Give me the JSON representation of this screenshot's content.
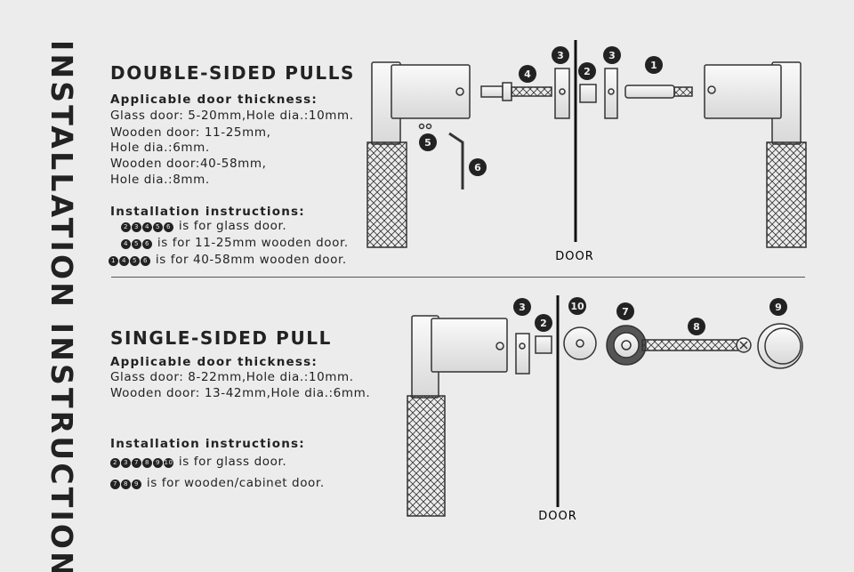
{
  "title": "INSTALLATION INSTRUCTIONS",
  "double": {
    "heading": "DOUBLE-SIDED PULLS",
    "thickness_label": "Applicable door thickness:",
    "lines": [
      "Glass door: 5-20mm,Hole dia.:10mm.",
      "Wooden door: 11-25mm,",
      "Hole dia.:6mm.",
      "Wooden door:40-58mm,",
      "Hole dia.:8mm."
    ],
    "instr_label": "Installation instructions:",
    "instr": [
      {
        "parts": [
          "2",
          "3",
          "4",
          "5",
          "6"
        ],
        "text": "is for glass door."
      },
      {
        "parts": [
          "4",
          "5",
          "6"
        ],
        "text": "is for 11-25mm wooden door."
      },
      {
        "parts": [
          "1",
          "4",
          "5",
          "6"
        ],
        "text": "is for 40-58mm wooden door."
      }
    ],
    "door_label": "DOOR",
    "part_labels": [
      "4",
      "3",
      "2",
      "3",
      "1",
      "5",
      "6"
    ]
  },
  "single": {
    "heading": "SINGLE-SIDED PULL",
    "thickness_label": "Applicable door thickness:",
    "lines": [
      "Glass door: 8-22mm,Hole dia.:10mm.",
      "Wooden door: 13-42mm,Hole dia.:6mm."
    ],
    "instr_label": "Installation instructions:",
    "instr": [
      {
        "parts": [
          "2",
          "3",
          "7",
          "8",
          "9",
          "10"
        ],
        "text": "is for glass door."
      },
      {
        "parts": [
          "7",
          "8",
          "9"
        ],
        "text": "is for wooden/cabinet door."
      }
    ],
    "door_label": "DOOR",
    "part_labels": [
      "3",
      "2",
      "10",
      "7",
      "8",
      "9"
    ]
  }
}
